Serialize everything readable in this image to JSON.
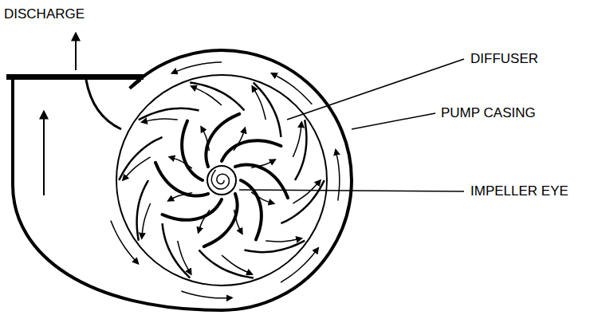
{
  "diagram": {
    "labels": [
      "DISCHARGE",
      "DIFFUSER",
      "PUMP CASING",
      "IMPELLER EYE"
    ]
  }
}
